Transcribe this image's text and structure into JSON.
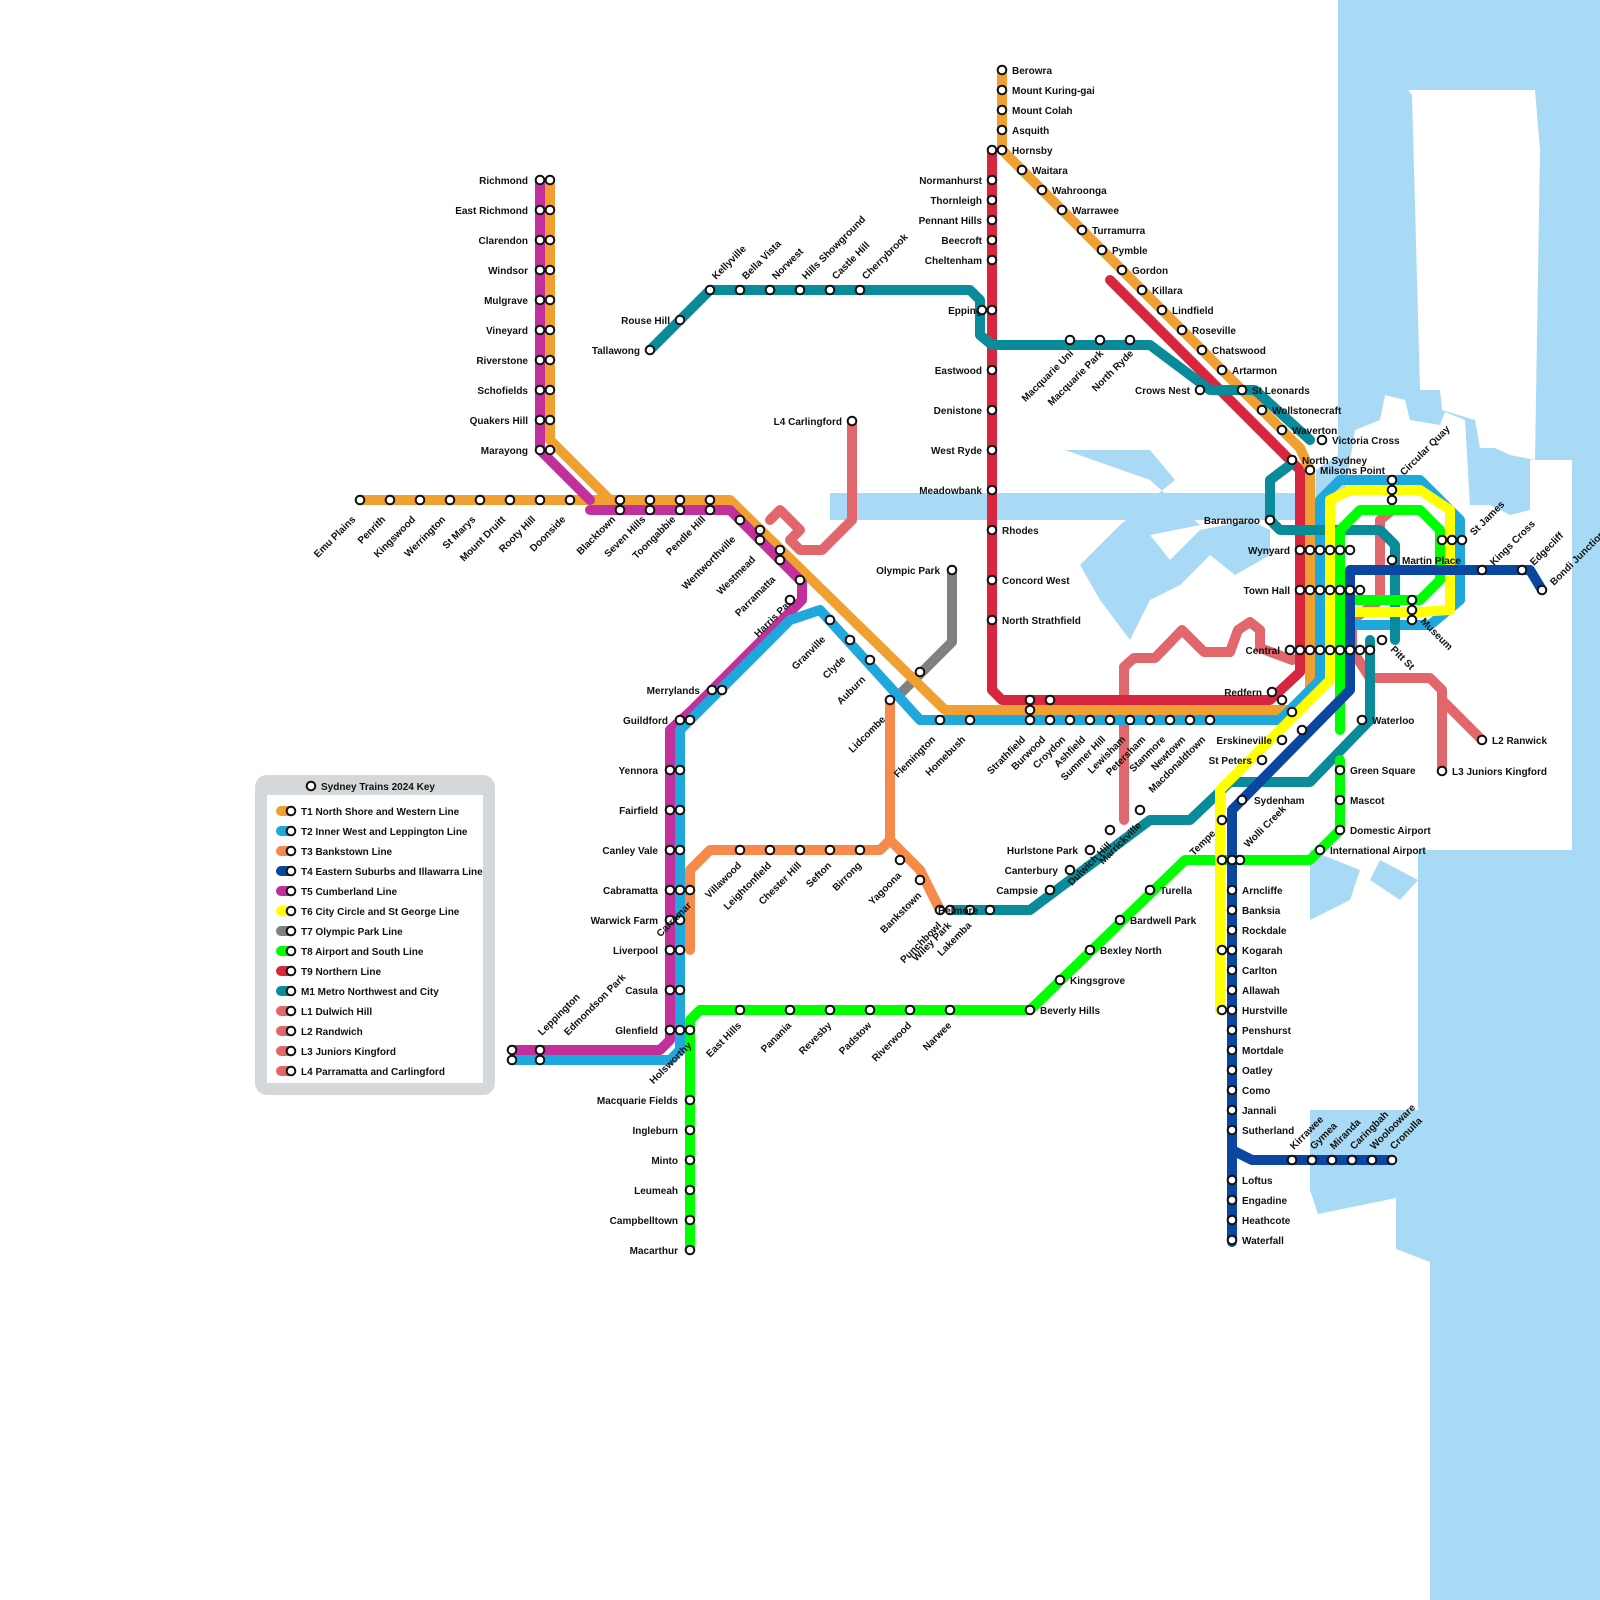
{
  "legend": {
    "title": "Sydney Trains 2024 Key",
    "items": [
      {
        "label": "T1 North Shore and Western Line",
        "color": "#F0A030"
      },
      {
        "label": "T2 Inner West and Leppington Line",
        "color": "#1FA8DC"
      },
      {
        "label": "T3 Bankstown Line",
        "color": "#F58A4B"
      },
      {
        "label": "T4 Eastern Suburbs and Illawarra Line",
        "color": "#0B47A0"
      },
      {
        "label": "T5 Cumberland Line",
        "color": "#C2309B"
      },
      {
        "label": "T6 City Circle and St George Line",
        "color": "#FFFF00"
      },
      {
        "label": "T7 Olympic Park Line",
        "color": "#808080"
      },
      {
        "label": "T8 Airport and South Line",
        "color": "#00FF00"
      },
      {
        "label": "T9 Northern Line",
        "color": "#D7263D"
      },
      {
        "label": "M1 Metro Northwest and City",
        "color": "#0A8B99"
      },
      {
        "label": "L1 Dulwich Hill",
        "color": "#E2676D"
      },
      {
        "label": "L2 Randwich",
        "color": "#E2676D"
      },
      {
        "label": "L3 Juniors Kingford",
        "color": "#E2676D"
      },
      {
        "label": "L4 Parramatta and Carlingford",
        "color": "#E2676D"
      }
    ]
  },
  "stations": {
    "t1_north": [
      "Berowra",
      "Mount Kuring-gai",
      "Mount Colah",
      "Asquith",
      "Hornsby",
      "Waitara",
      "Wahroonga",
      "Warrawee",
      "Turramurra",
      "Pymble",
      "Gordon",
      "Killara",
      "Lindfield",
      "Roseville",
      "Chatswood",
      "Artarmon",
      "St Leonards",
      "Wollstonecraft",
      "Waverton",
      "North Sydney",
      "Milsons Point"
    ],
    "richmond": [
      "Richmond",
      "East Richmond",
      "Clarendon",
      "Windsor",
      "Mulgrave",
      "Vineyard",
      "Riverstone",
      "Schofields",
      "Quakers Hill",
      "Marayong"
    ],
    "western": [
      "Emu Plains",
      "Penrith",
      "Kingswood",
      "Werrington",
      "St Marys",
      "Mount Druitt",
      "Rooty Hill",
      "Doonside",
      "Blacktown",
      "Seven Hills",
      "Toongabbie",
      "Pendle Hill",
      "Wentworthville",
      "Westmead",
      "Parramatta",
      "Harris Park",
      "Granville",
      "Clyde",
      "Auburn",
      "Lidcombe",
      "Flemington",
      "Homebush",
      "Strathfield",
      "Burwood",
      "Croydon",
      "Ashfield",
      "Summer Hill",
      "Lewisham",
      "Petersham",
      "Stanmore",
      "Newtown",
      "Macdonaldtown"
    ],
    "northern": [
      "Normanhurst",
      "Thornleigh",
      "Pennant Hills",
      "Beecroft",
      "Cheltenham",
      "Epping",
      "Eastwood",
      "Denistone",
      "West Ryde",
      "Meadowbank",
      "Rhodes",
      "Concord West",
      "North Strathfield"
    ],
    "metro": [
      "Tallawong",
      "Rouse Hill",
      "Kellyville",
      "Bella Vista",
      "Norwest",
      "Hills Showground",
      "Castle Hill",
      "Cherrybrook",
      "Macquarie Uni",
      "Macquarie Park",
      "North Ryde",
      "Crows Nest",
      "Victoria Cross",
      "Barangaroo",
      "Martin Place",
      "Pitt St",
      "Waterloo"
    ],
    "cumberland": [
      "Merrylands",
      "Guildford",
      "Yennora",
      "Fairfield",
      "Canley Vale",
      "Cabramatta",
      "Warwick Farm",
      "Liverpool",
      "Casula",
      "Glenfield",
      "Leppington",
      "Edmondson Park"
    ],
    "bankstown": [
      "Carramar",
      "Villawood",
      "Leightonfield",
      "Chester Hill",
      "Sefton",
      "Birrong",
      "Yagoona",
      "Bankstown",
      "Punchbowl",
      "Wiley Park",
      "Lakemba",
      "Belmore",
      "Campsie",
      "Canterbury",
      "Hurlstone Park",
      "Dulwich Hill",
      "Marrickville"
    ],
    "airport": [
      "Holsworthy",
      "East Hills",
      "Panania",
      "Revesby",
      "Padstow",
      "Riverwood",
      "Narwee",
      "Beverly Hills",
      "Kingsgrove",
      "Bexley North",
      "Bardwell Park",
      "Turella",
      "Wolli Creek",
      "International Airport",
      "Domestic Airport",
      "Mascot",
      "Green Square"
    ],
    "south": [
      "Macquarie Fields",
      "Ingleburn",
      "Minto",
      "Leumeah",
      "Campbelltown",
      "Macarthur"
    ],
    "illawarra": [
      "Erskineville",
      "St Peters",
      "Sydenham",
      "Tempe",
      "Arncliffe",
      "Banksia",
      "Rockdale",
      "Kogarah",
      "Carlton",
      "Allawah",
      "Hurstville",
      "Penshurst",
      "Mortdale",
      "Oatley",
      "Como",
      "Jannali",
      "Sutherland",
      "Loftus",
      "Engadine",
      "Heathcote",
      "Waterfall"
    ],
    "cronulla": [
      "Kirrawee",
      "Gymea",
      "Miranda",
      "Caringbah",
      "Woolooware",
      "Cronulla"
    ],
    "city": [
      "Wynyard",
      "Town Hall",
      "Central",
      "Redfern",
      "Circular Quay",
      "St James",
      "Museum",
      "Kings Cross",
      "Edgecliff",
      "Bondi Junction"
    ],
    "other": [
      "Olympic Park",
      "L4 Carlingford",
      "L2 Ranwick",
      "L3 Juniors Kingford"
    ]
  }
}
